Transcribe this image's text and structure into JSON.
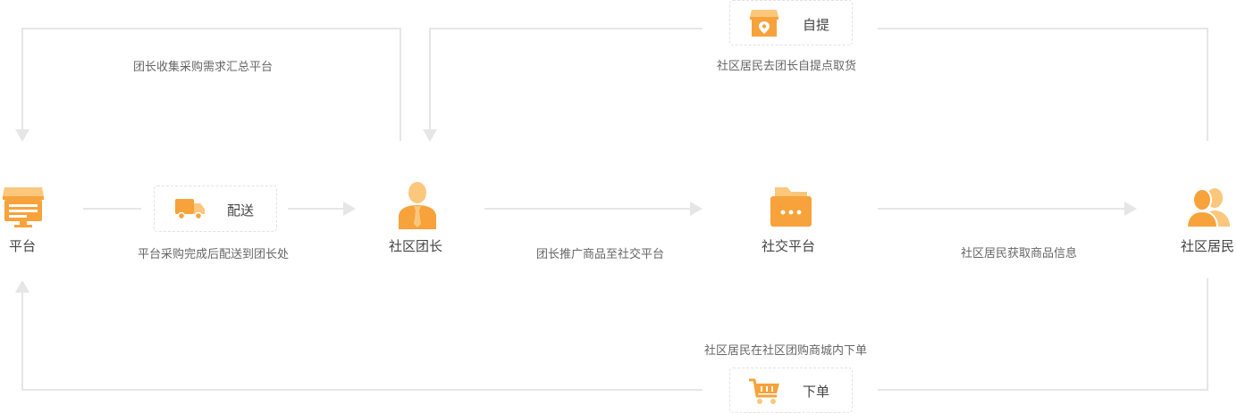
{
  "nodes": {
    "platform": "平台",
    "leader": "社区团长",
    "social": "社交平台",
    "residents": "社区居民"
  },
  "boxes": {
    "delivery": "配送",
    "pickup": "自提",
    "order": "下单"
  },
  "labels": {
    "leader_to_platform": "团长收集采购需求汇总平台",
    "platform_delivery": "平台采购完成后配送到团长处",
    "leader_to_social": "团长推广商品至社交平台",
    "social_to_residents": "社区居民获取商品信息",
    "residents_pickup": "社区居民去团长自提点取货",
    "residents_order": "社区居民在社区团购商城内下单"
  },
  "icons": {
    "platform": "storefront-monitor-icon",
    "leader": "person-tie-icon",
    "social": "chat-folder-icon",
    "residents": "users-icon",
    "delivery": "truck-icon",
    "pickup": "store-location-icon",
    "order": "cart-icon"
  },
  "colors": {
    "accent": "#f7a23b",
    "accent_light": "#fbc77c",
    "line": "#e6e6e6",
    "text": "#555555"
  }
}
